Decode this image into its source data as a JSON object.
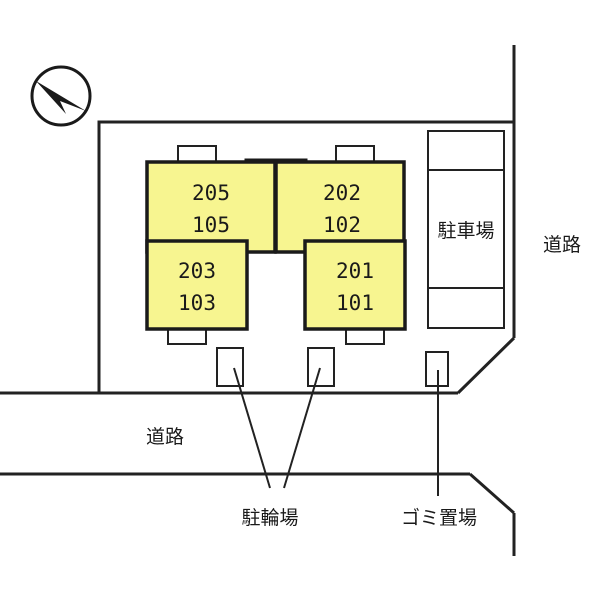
{
  "units": [
    {
      "id": "unit-205-105",
      "upper": "205",
      "lower": "105"
    },
    {
      "id": "unit-202-102",
      "upper": "202",
      "lower": "102"
    },
    {
      "id": "unit-203-103",
      "upper": "203",
      "lower": "103"
    },
    {
      "id": "unit-201-101",
      "upper": "201",
      "lower": "101"
    }
  ],
  "labels": {
    "parking": "駐車場",
    "road_right": "道路",
    "road_bottom": "道路",
    "bicycle_parking": "駐輪場",
    "garbage": "ゴミ置場"
  },
  "colors": {
    "building_fill": "#f7f590",
    "building_stroke": "#1a1a1a",
    "line": "#222222"
  },
  "compass": {
    "icon": "north-arrow-icon"
  }
}
